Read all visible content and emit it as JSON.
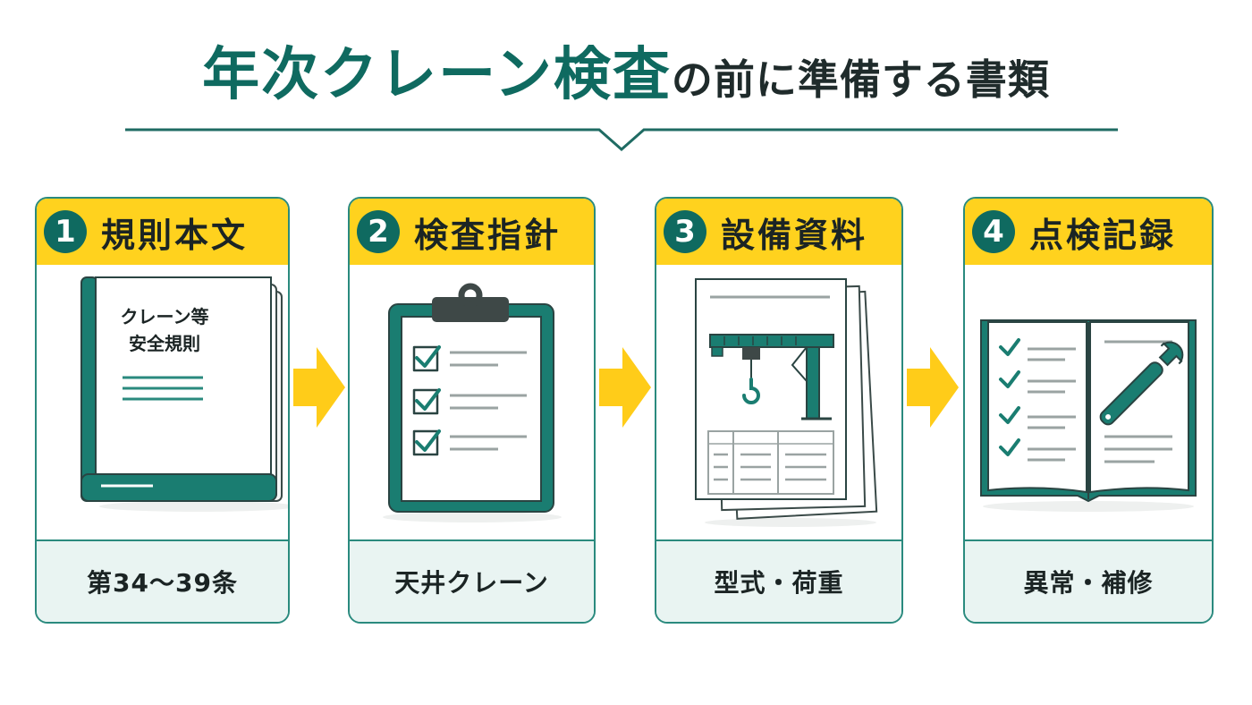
{
  "title": {
    "main": "年次クレーン検査",
    "sub": "の前に準備する書類"
  },
  "colors": {
    "accent": "#0f6a60",
    "highlight": "#ffd21e",
    "footer_bg": "#e9f4f2"
  },
  "cards": [
    {
      "number": "1",
      "title": "規則本文",
      "footer": "第34〜39条",
      "icon": "rulebook-icon",
      "book_title_line1": "クレーン等",
      "book_title_line2": "安全規則"
    },
    {
      "number": "2",
      "title": "検査指針",
      "footer": "天井クレーン",
      "icon": "clipboard-checklist-icon"
    },
    {
      "number": "3",
      "title": "設備資料",
      "footer": "型式・荷重",
      "icon": "crane-spec-sheet-icon"
    },
    {
      "number": "4",
      "title": "点検記録",
      "footer": "異常・補修",
      "icon": "maintenance-log-icon"
    }
  ]
}
